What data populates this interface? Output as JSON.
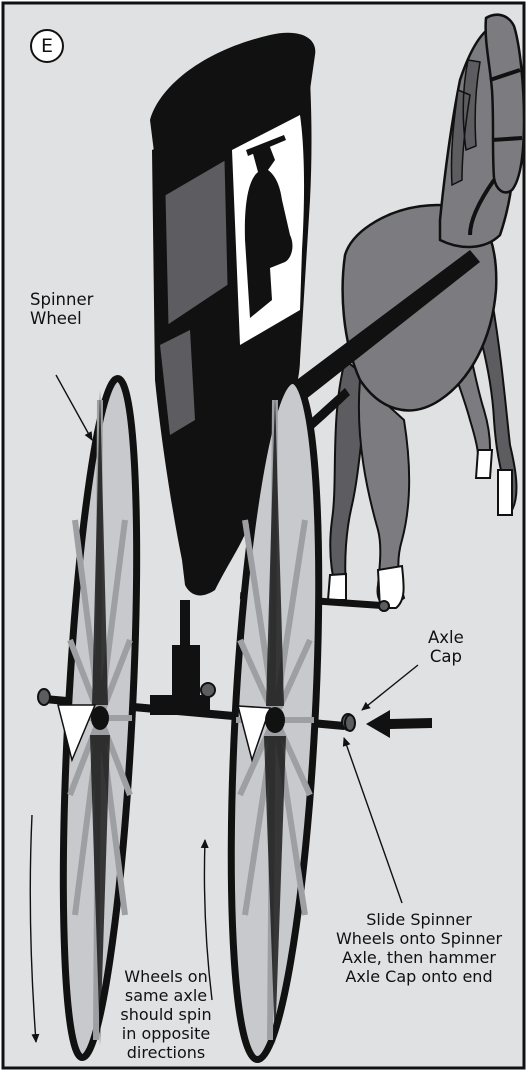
{
  "step_letter": "E",
  "labels": {
    "spinner_wheel": "Spinner\nWheel",
    "axle_cap": "Axle\nCap",
    "slide_instruction": "Slide Spinner\nWheels onto Spinner\nAxle, then hammer\nAxle Cap onto end",
    "spin_note": "Wheels on\nsame axle\nshould spin\nin opposite\ndirections"
  },
  "colors": {
    "panel_bg": "#e0e1e2",
    "frame": "#111111",
    "carriage": "#111111",
    "horse": "#7c7c80",
    "horse_shade": "#5d5d61",
    "wheel_light": "#c8c9cc",
    "wheel_mid": "#9e9fa3"
  }
}
